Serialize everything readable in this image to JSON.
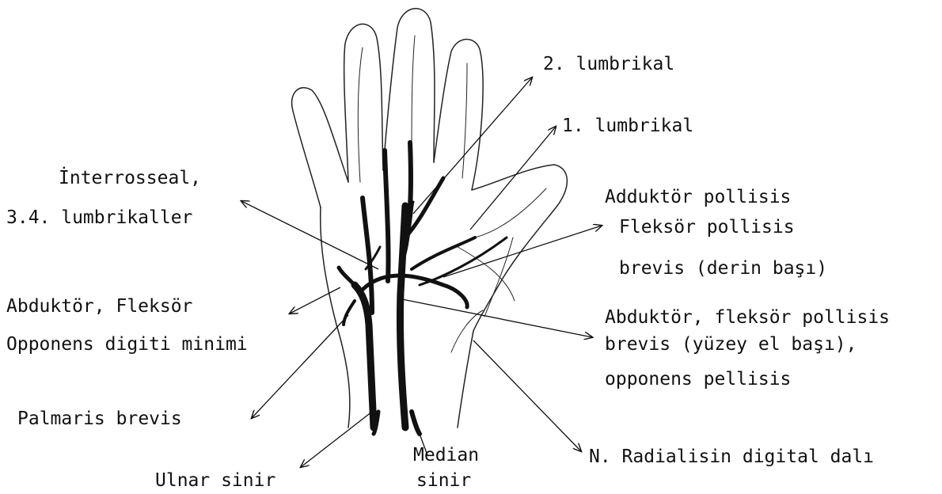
{
  "labels": {
    "lumbrical_2": "2. lumbrikal",
    "lumbrical_1": "1. lumbrikal",
    "interrosseal": "İnterrosseal,",
    "lumbricals_34": "3.4. lumbrikaller",
    "adductor_pollicis": "Adduktör pollisis",
    "flexor_pollicis": "Fleksör pollisis",
    "brevis_deep": "brevis  (derin başı)",
    "abductor_flexor": "Abduktör, Fleksör",
    "opponens_digiti": "Opponens digiti minimi",
    "abductor_flexor_pollicis": "Abduktör, fleksör pollisis",
    "brevis_superficial": "brevis (yüzey el başı),",
    "opponens_pollicis": "opponens pellisis",
    "palmaris_brevis": "Palmaris brevis",
    "radial_digital": "N. Radialisin digital dalı",
    "median": "Median",
    "median_sinir": "sinir",
    "ulnar": "Ulnar sinir"
  }
}
